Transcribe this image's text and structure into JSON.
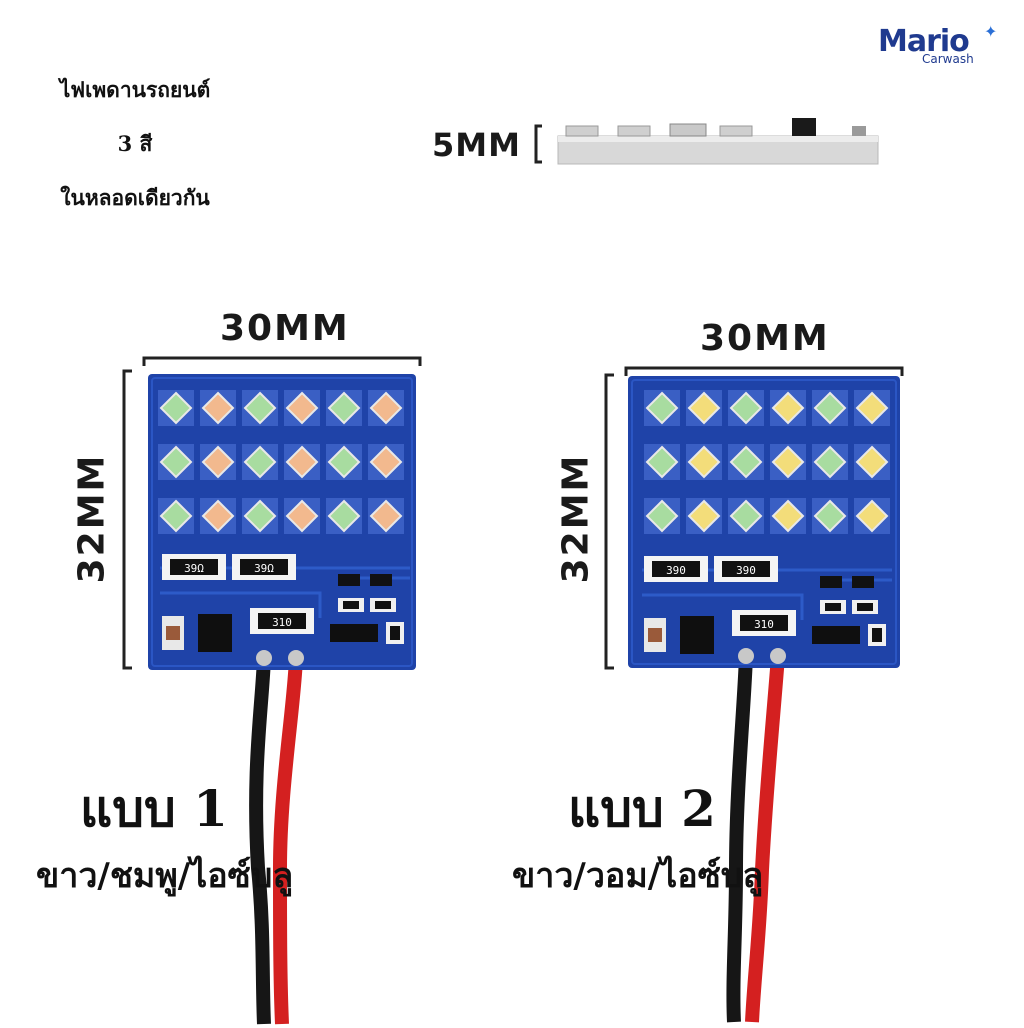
{
  "title_lines": [
    "ไฟเพดานรถยนต์",
    "3 สี",
    "ในหลอดเดียวกัน"
  ],
  "logo": {
    "brand": "Mario",
    "sub": "Carwash"
  },
  "thickness_label": "5MM",
  "boards": [
    {
      "width_label": "30MM",
      "height_label": "32MM",
      "resistor_labels": [
        "39Ω",
        "39Ω",
        "310"
      ],
      "variant_title": "แบบ 1",
      "variant_colors": "ขาว/ชมพู/ไอซ์บลู",
      "led_colors": [
        "#a8dca0",
        "#f2b98e"
      ]
    },
    {
      "width_label": "30MM",
      "height_label": "32MM",
      "resistor_labels": [
        "390",
        "390",
        "310"
      ],
      "variant_title": "แบบ 2",
      "variant_colors": "ขาว/วอม/ไอซ์บลู",
      "led_colors": [
        "#a8dca0",
        "#f3dd7a"
      ]
    }
  ],
  "colors": {
    "pcb": "#1f43a8",
    "wire_red": "#d42020",
    "wire_black": "#161616"
  }
}
